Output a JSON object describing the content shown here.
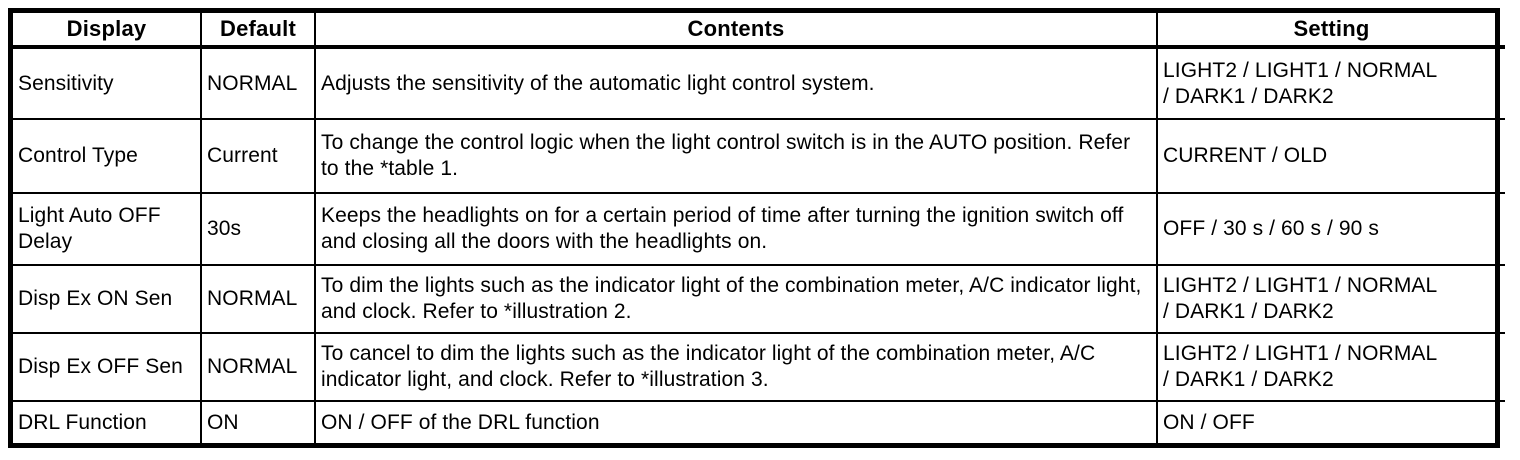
{
  "table": {
    "columns": [
      "Display",
      "Default",
      "Contents",
      "Setting"
    ],
    "rows": [
      {
        "display": "Sensitivity",
        "default": "NORMAL",
        "contents": "Adjusts the sensitivity of the automatic light control system.",
        "setting": "LIGHT2 / LIGHT1 / NORMAL\n/ DARK1 / DARK2"
      },
      {
        "display": "Control Type",
        "default": "Current",
        "contents": "To change the control logic when the light control switch is in the AUTO position. Refer to the *table 1.",
        "setting": "CURRENT / OLD"
      },
      {
        "display": "Light Auto OFF Delay",
        "default": "30s",
        "contents": "Keeps the headlights on for a certain period of time after turning the ignition switch off and closing all the doors with the headlights on.",
        "setting": "OFF / 30 s / 60 s / 90 s"
      },
      {
        "display": "Disp Ex ON Sen",
        "default": "NORMAL",
        "contents": "To dim the lights such as the indicator light of the combination meter, A/C indicator light, and clock. Refer to *illustration 2.",
        "setting": "LIGHT2 / LIGHT1 / NORMAL\n/ DARK1 / DARK2"
      },
      {
        "display": "Disp Ex OFF Sen",
        "default": "NORMAL",
        "contents": "To cancel to dim the lights such as the indicator light of the combination meter, A/C indicator light, and clock. Refer to *illustration 3.",
        "setting": "LIGHT2 / LIGHT1 / NORMAL\n/ DARK1 / DARK2"
      },
      {
        "display": "DRL Function",
        "default": "ON",
        "contents": "ON / OFF of the DRL function",
        "setting": "ON / OFF"
      }
    ]
  },
  "colors": {
    "border": "#000000",
    "text": "#000000",
    "background": "#ffffff"
  }
}
